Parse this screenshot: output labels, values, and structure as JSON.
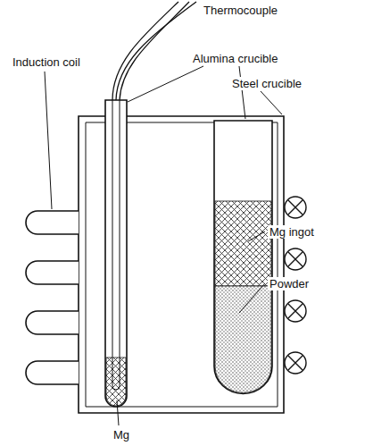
{
  "diagram": {
    "labels": [
      "Thermocouple",
      "Induction coil",
      "Alumina crucible",
      "Steel crucible",
      "Mg ingot",
      "Powder",
      "Mg"
    ]
  }
}
